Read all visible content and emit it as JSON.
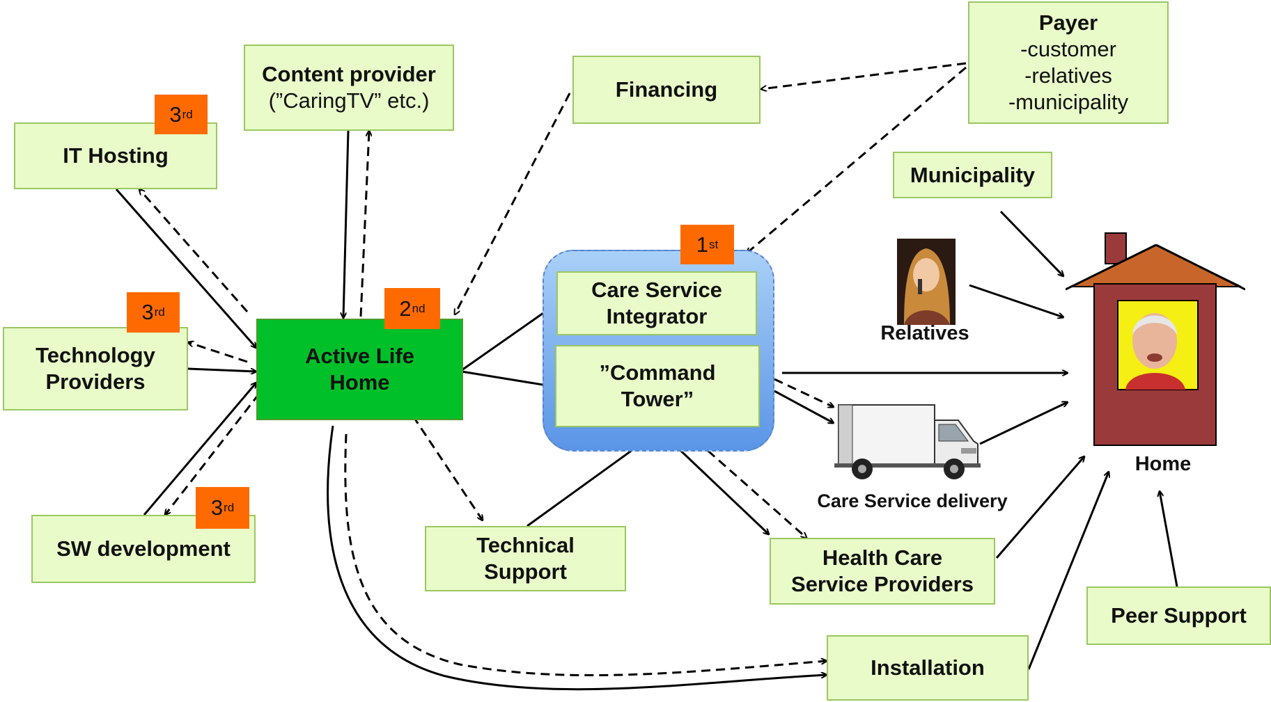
{
  "nodes": {
    "content_provider": {
      "title": "Content provider",
      "subtitle": "(”CaringTV” etc.)"
    },
    "financing": "Financing",
    "payer": {
      "title": "Payer",
      "lines": [
        "-customer",
        "-relatives",
        "-municipality"
      ]
    },
    "it_hosting": "IT Hosting",
    "municipality": "Municipality",
    "technology_providers": [
      "Technology",
      "Providers"
    ],
    "active_life_home": [
      "Active Life",
      "Home"
    ],
    "care_service_integrator": [
      "Care Service",
      "Integrator"
    ],
    "command_tower": [
      "”Command",
      "Tower”"
    ],
    "relatives": "Relatives",
    "care_service_delivery": "Care Service delivery",
    "home": "Home",
    "sw_development": "SW development",
    "technical_support": [
      "Technical",
      "Support"
    ],
    "health_care": [
      "Health Care",
      "Service Providers"
    ],
    "peer_support": "Peer Support",
    "installation": "Installation"
  },
  "badges": {
    "first": {
      "num": "1",
      "sup": "st"
    },
    "second": {
      "num": "2",
      "sup": "nd"
    },
    "third_it": {
      "num": "3",
      "sup": "rd"
    },
    "third_tech": {
      "num": "3",
      "sup": "rd"
    },
    "third_sw": {
      "num": "3",
      "sup": "rd"
    }
  },
  "colors": {
    "box_fill": "#e9fbc9",
    "box_border": "#9ac760",
    "badge": "#ff6a00",
    "hub": "#00c02a",
    "cloud": "#5a95e6",
    "house_wall": "#9b3a3a",
    "roof": "#c8652a"
  }
}
